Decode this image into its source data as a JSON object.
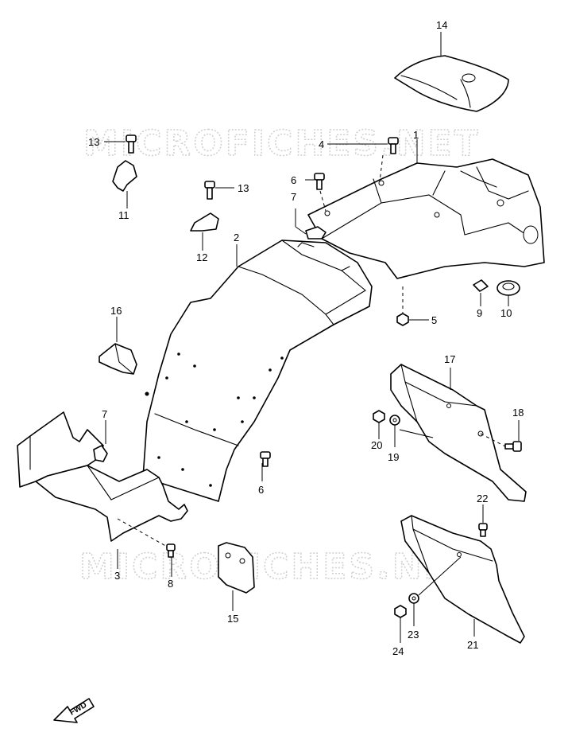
{
  "watermark": "MICROFICHES.NET",
  "fwd_label": "FWD",
  "callouts": {
    "c1": "1",
    "c2": "2",
    "c3": "3",
    "c4": "4",
    "c5": "5",
    "c6a": "6",
    "c6b": "6",
    "c7a": "7",
    "c7b": "7",
    "c8": "8",
    "c9": "9",
    "c10": "10",
    "c11": "11",
    "c12": "12",
    "c13a": "13",
    "c13b": "13",
    "c14": "14",
    "c15": "15",
    "c16": "16",
    "c17": "17",
    "c18": "18",
    "c19": "19",
    "c20": "20",
    "c21": "21",
    "c22": "22",
    "c23": "23",
    "c24": "24"
  }
}
